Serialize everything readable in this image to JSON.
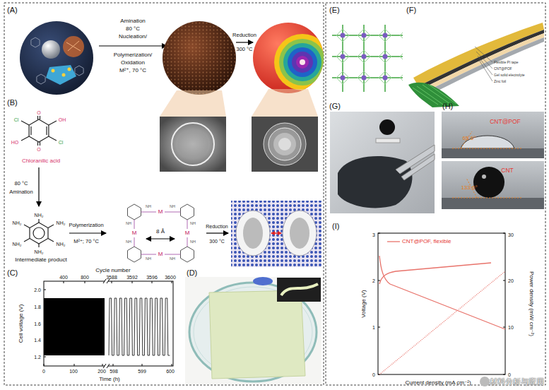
{
  "diagram": {
    "labels": [
      "(A)",
      "Amination",
      "80 °C",
      "Nucleation/",
      "Polymerization/",
      "Oxidation",
      "M²⁺, 70 °C",
      "Reduction",
      "300 °C",
      "(B)",
      "O",
      "OH",
      "Cl",
      "O",
      "HO",
      "Cl",
      "Chloranilic acid",
      "80 °C",
      "Amination",
      "NH₂",
      "NH₂",
      "NH₂",
      "NH₂",
      "NH₂",
      "NH₂",
      "Intermediate product",
      "Polymerization",
      "M²⁺; 70 °C",
      "M",
      "M",
      "M",
      "M",
      "NH",
      "NH",
      "NH",
      "NH",
      "NH",
      "NH",
      "NH",
      "NH",
      "8 Å",
      "Reduction",
      "300 °C",
      "(C)",
      "Cycle number",
      "400",
      "800",
      "3588",
      "3592",
      "3596",
      "3600",
      "Cell voltage (V)",
      "1.2",
      "1.4",
      "1.6",
      "1.8",
      "2.0",
      "0",
      "100",
      "200",
      "598",
      "599",
      "600",
      "Time (h)",
      "(D)",
      "(E)",
      "(F)",
      "Flexible PI tape",
      "CNT@POF",
      "Gel solid electrolyte",
      "Zinc foil",
      "(G)",
      "(H)",
      "CNT@POF",
      "65.6°",
      "CNT",
      "133.6°",
      "(I)",
      "Voltage (V)",
      "0",
      "1",
      "2",
      "3",
      "Power density (mW cm⁻²)",
      "0",
      "10",
      "20",
      "30",
      "Current density (mA cm⁻²)",
      "材料分析与应用"
    ],
    "legend": [
      {
        "text": "CNT@POF, flexible"
      }
    ]
  }
}
